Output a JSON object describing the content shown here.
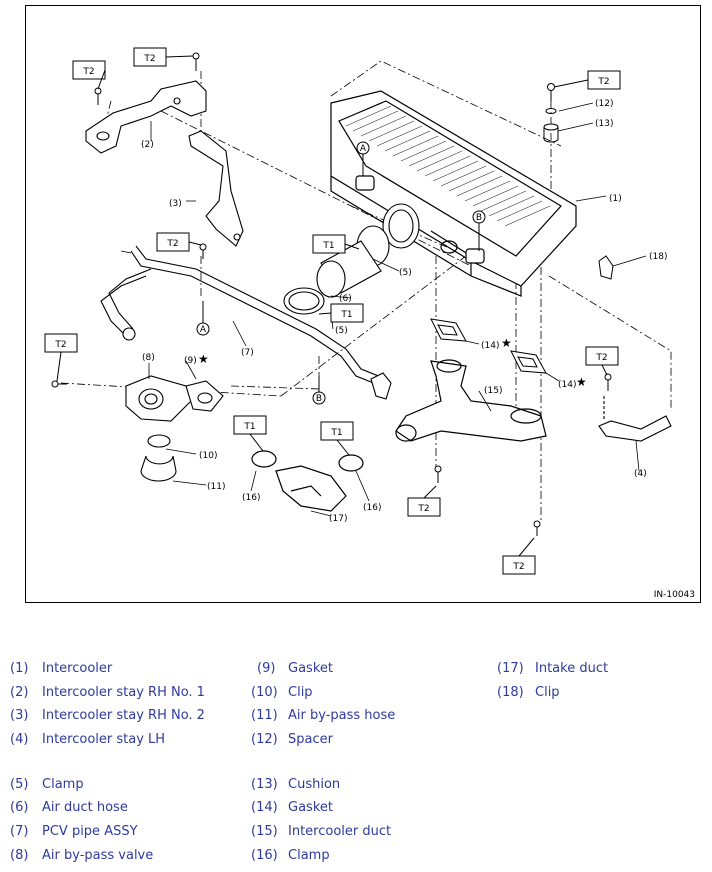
{
  "diagram": {
    "figure_id": "IN-10043",
    "callouts": {
      "c1": "(1)",
      "c2": "(2)",
      "c3": "(3)",
      "c4": "(4)",
      "c5a": "(5)",
      "c5b": "(5)",
      "c6": "(6)",
      "c7": "(7)",
      "c8": "(8)",
      "c9": "(9)",
      "c10": "(10)",
      "c11": "(11)",
      "c12": "(12)",
      "c13": "(13)",
      "c14a": "(14)",
      "c14b": "(14)",
      "c15": "(15)",
      "c16a": "(16)",
      "c16b": "(16)",
      "c17": "(17)",
      "c18": "(18)"
    },
    "markers": {
      "a1": "A",
      "a2": "A",
      "b1": "B",
      "b2": "B"
    },
    "torque": {
      "t2_1": "T2",
      "t2_2": "T2",
      "t2_3": "T2",
      "t2_4": "T2",
      "t2_5": "T2",
      "t2_6": "T2",
      "t2_7": "T2",
      "t2_8": "T2",
      "t1_1": "T1",
      "t1_2": "T1",
      "t1_3": "T1",
      "t1_4": "T1"
    },
    "star": "★"
  },
  "legend": {
    "col1": [
      {
        "num": "(1)",
        "name": "Intercooler"
      },
      {
        "num": "(2)",
        "name": "Intercooler stay RH No. 1"
      },
      {
        "num": "(3)",
        "name": "Intercooler stay RH No. 2"
      },
      {
        "num": "(4)",
        "name": "Intercooler stay LH"
      },
      {
        "num": "(5)",
        "name": "Clamp"
      },
      {
        "num": "(6)",
        "name": "Air duct hose"
      },
      {
        "num": "(7)",
        "name": "PCV pipe ASSY"
      },
      {
        "num": "(8)",
        "name": "Air by-pass valve"
      }
    ],
    "col2": [
      {
        "num": "(9)",
        "name": "Gasket"
      },
      {
        "num": "(10)",
        "name": "Clip"
      },
      {
        "num": "(11)",
        "name": "Air by-pass hose"
      },
      {
        "num": "(12)",
        "name": "Spacer"
      },
      {
        "num": "(13)",
        "name": "Cushion"
      },
      {
        "num": "(14)",
        "name": "Gasket"
      },
      {
        "num": "(15)",
        "name": "Intercooler duct"
      },
      {
        "num": "(16)",
        "name": "Clamp"
      }
    ],
    "col3": [
      {
        "num": "(17)",
        "name": "Intake duct"
      },
      {
        "num": "(18)",
        "name": "Clip"
      }
    ]
  },
  "colors": {
    "legend_text": "#2e3a9e",
    "line": "#000000"
  }
}
